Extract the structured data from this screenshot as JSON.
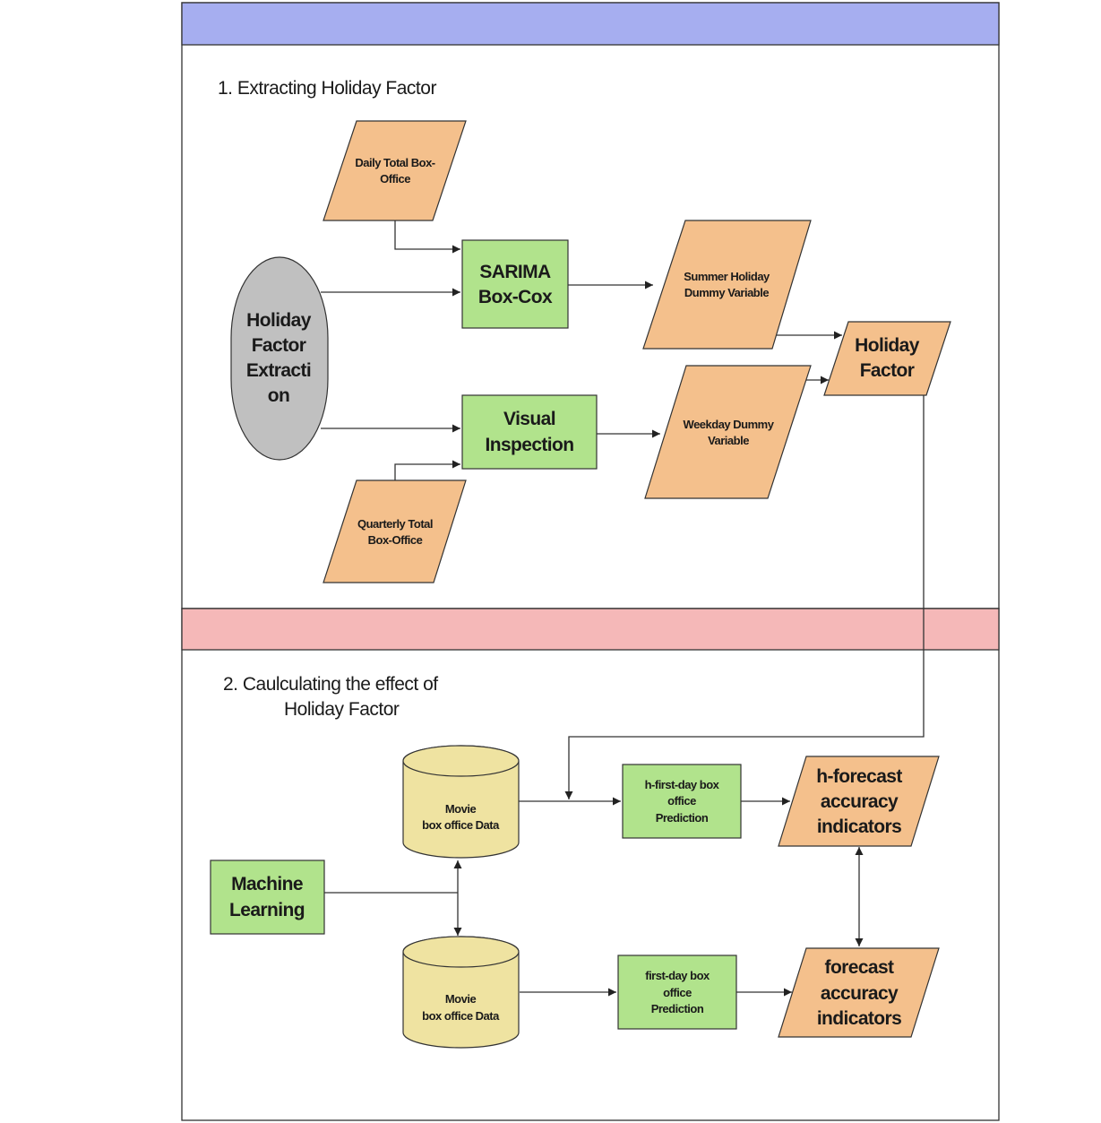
{
  "sections": {
    "s1_title": "1. Extracting Holiday Factor",
    "s2_title_line1": "2. Caulculating the effect of",
    "s2_title_line2": "Holiday Factor"
  },
  "nodes": {
    "daily_box_office": [
      "Daily Total Box-",
      "Office"
    ],
    "holiday_factor_extraction": [
      "Holiday",
      "Factor",
      "Extracti",
      "on"
    ],
    "sarima": [
      "SARIMA",
      "Box-Cox"
    ],
    "visual_inspection": [
      "Visual",
      "Inspection"
    ],
    "quarterly_box_office": [
      "Quarterly Total",
      "Box-Office"
    ],
    "summer_holiday_dummy": [
      "Summer Holiday",
      "Dummy Variable"
    ],
    "weekday_dummy": [
      "Weekday Dummy",
      "Variable"
    ],
    "holiday_factor": [
      "Holiday",
      "Factor"
    ],
    "movie_db_top": [
      "Movie",
      "box office Data"
    ],
    "movie_db_bottom": [
      "Movie",
      "box office Data"
    ],
    "machine_learning": [
      "Machine",
      "Learning"
    ],
    "h_first_day_prediction": [
      "h-first-day box",
      "office",
      "Prediction"
    ],
    "first_day_prediction": [
      "first-day box",
      "office",
      "Prediction"
    ],
    "h_forecast_indicators": [
      "h-forecast",
      "accuracy",
      "indicators"
    ],
    "forecast_indicators": [
      "forecast",
      "accuracy",
      "indicators"
    ]
  },
  "colors": {
    "header_blue": "#a6aef0",
    "header_pink": "#f5b8b8",
    "data_orange": "#f4c08c",
    "process_green": "#b1e38c",
    "database_yellow": "#efe3a1",
    "terminator_gray": "#c0c0c0"
  }
}
